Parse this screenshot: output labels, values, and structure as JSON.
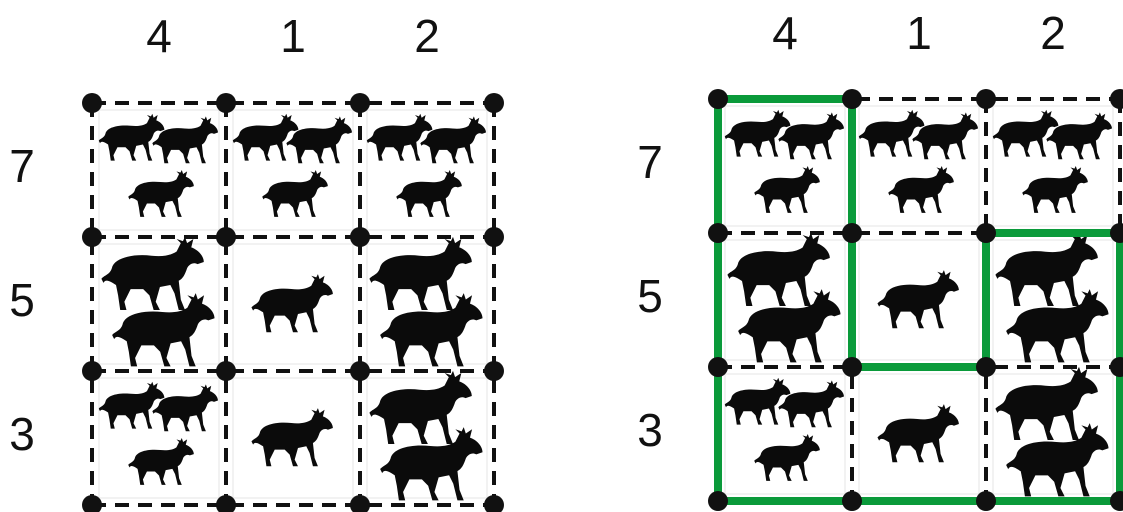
{
  "puzzles": [
    {
      "name": "puzzle-left",
      "column_clues": [
        "4",
        "1",
        "2"
      ],
      "row_clues": [
        "7",
        "5",
        "3"
      ],
      "cells": [
        [
          3,
          3,
          3
        ],
        [
          2,
          1,
          2
        ],
        [
          3,
          1,
          2
        ]
      ],
      "fence": []
    },
    {
      "name": "puzzle-right",
      "column_clues": [
        "4",
        "1",
        "2"
      ],
      "row_clues": [
        "7",
        "5",
        "3"
      ],
      "cells": [
        [
          3,
          3,
          3
        ],
        [
          2,
          1,
          2
        ],
        [
          3,
          1,
          2
        ]
      ],
      "fence": [
        [
          [
            0,
            0
          ],
          [
            1,
            0
          ]
        ],
        [
          [
            1,
            0
          ],
          [
            1,
            1
          ]
        ],
        [
          [
            1,
            1
          ],
          [
            1,
            2
          ]
        ],
        [
          [
            1,
            2
          ],
          [
            2,
            2
          ]
        ],
        [
          [
            2,
            2
          ],
          [
            2,
            1
          ]
        ],
        [
          [
            2,
            1
          ],
          [
            3,
            1
          ]
        ],
        [
          [
            3,
            1
          ],
          [
            3,
            3
          ]
        ],
        [
          [
            3,
            3
          ],
          [
            0,
            3
          ]
        ],
        [
          [
            0,
            3
          ],
          [
            0,
            0
          ]
        ]
      ]
    }
  ],
  "colors": {
    "fence": "#0a9a3a",
    "grid": "#111111",
    "moose": "#0b0b0b",
    "clue": "#111111"
  }
}
